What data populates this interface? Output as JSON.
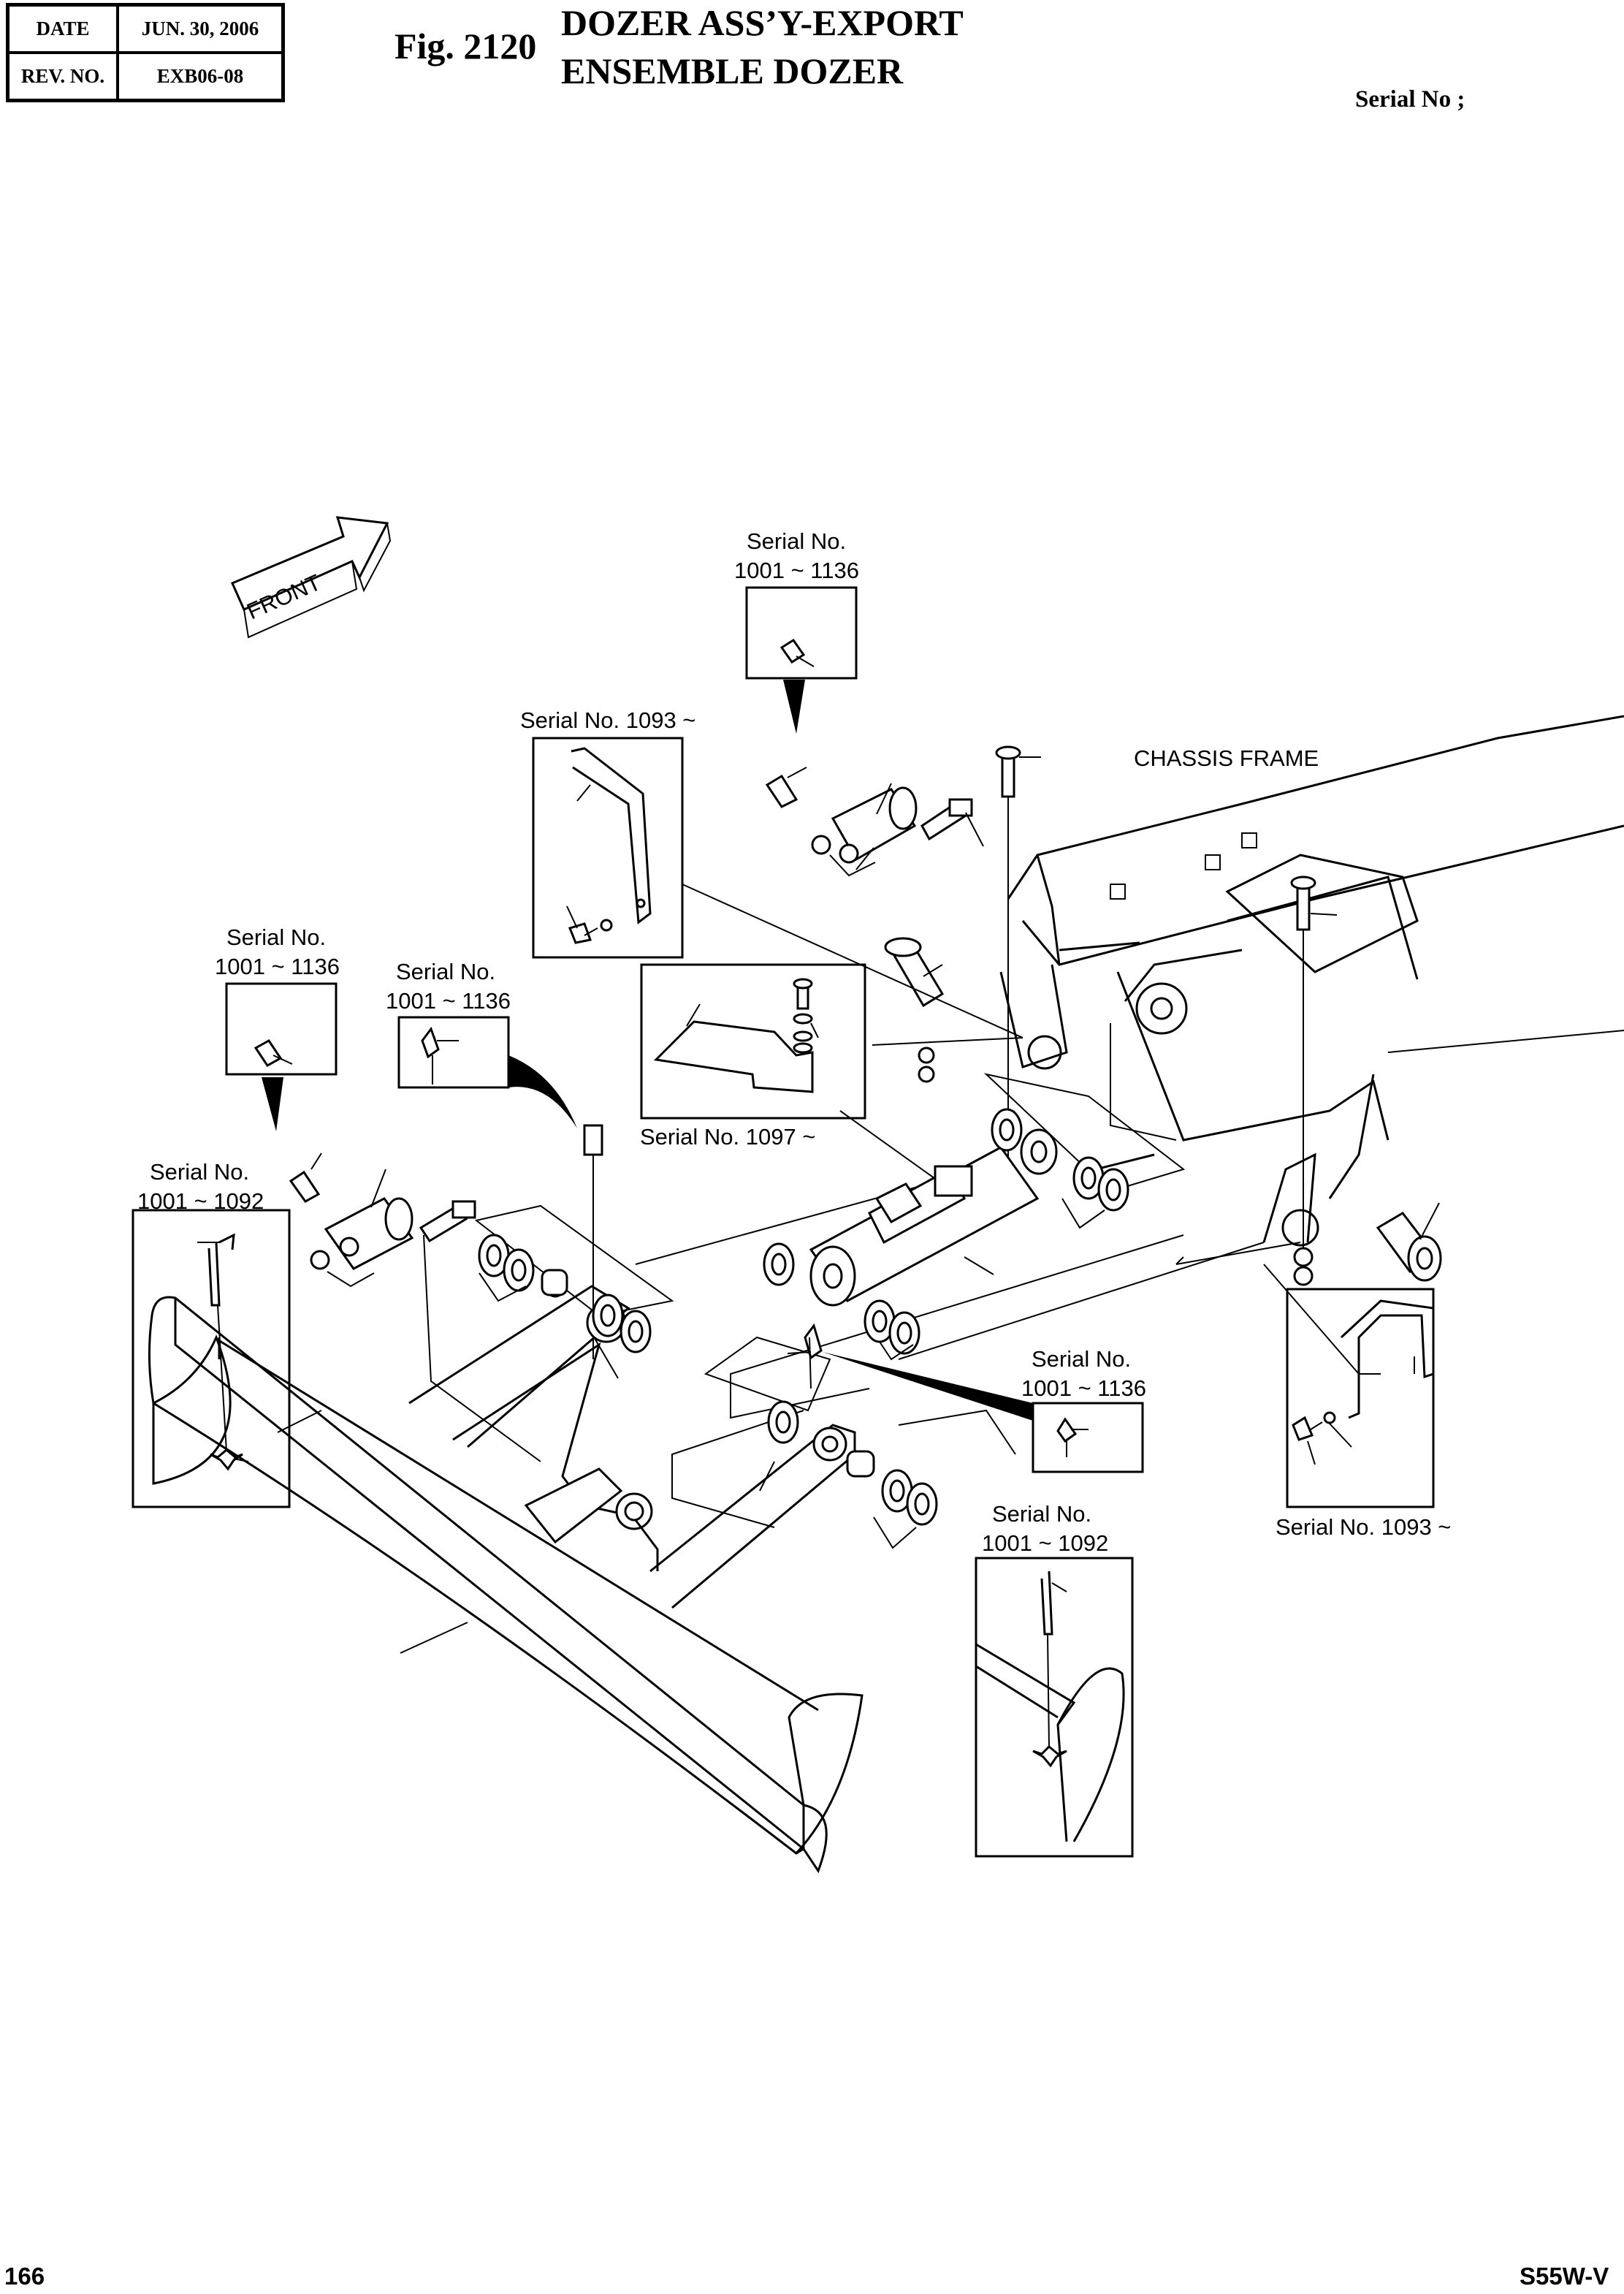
{
  "header": {
    "date_label": "DATE",
    "date_value": "JUN. 30, 2006",
    "rev_label": "REV. NO.",
    "rev_value": "EXB06-08",
    "fig_no": "Fig. 2120",
    "title_line1": "DOZER ASS’Y-EXPORT",
    "title_line2": "ENSEMBLE DOZER",
    "serial_header": "Serial No ;"
  },
  "diagram": {
    "front_label": "FRONT",
    "chassis_frame_label": "CHASSIS FRAME",
    "callouts": {
      "top_center_1": "Serial No.",
      "top_center_2": "1001 ~ 1136",
      "upper_left_bracket": "Serial No. 1093 ~",
      "plate_box": "Serial No. 1097 ~",
      "left_grease_1": "Serial No.",
      "left_grease_2": "1001 ~ 1136",
      "mid_grease_1": "Serial No.",
      "mid_grease_2": "1001 ~ 1136",
      "left_stay_1": "Serial No.",
      "left_stay_2": "1001 ~ 1092",
      "right_grease_1": "Serial No.",
      "right_grease_2": "1001 ~ 1136",
      "right_bracket": "Serial No. 1093 ~",
      "bottom_stay_1": "Serial No.",
      "bottom_stay_2": "1001 ~ 1092"
    }
  },
  "footer": {
    "page_number": "166",
    "model": "S55W-V"
  }
}
